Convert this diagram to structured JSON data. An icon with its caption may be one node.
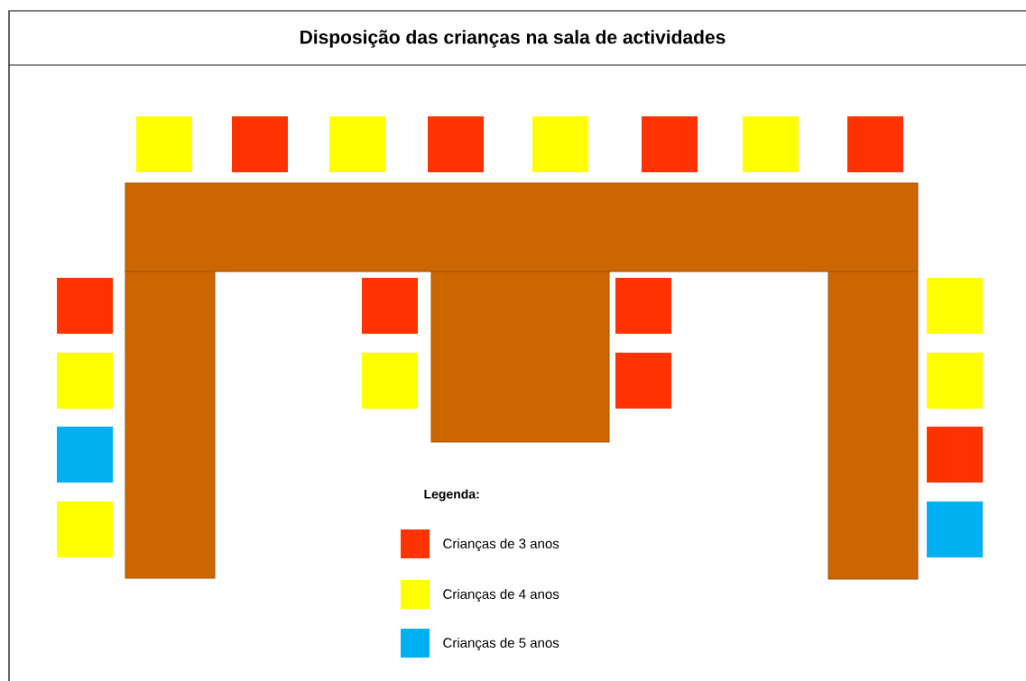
{
  "diagram": {
    "title": "Disposição das crianças na sala de actividades",
    "labels": [
      "Legenda:"
    ],
    "legend": [
      {
        "text": "Crianças de 3 anos",
        "color": "#ff3300"
      },
      {
        "text": "Crianças de 4 anos",
        "color": "#ffff00"
      },
      {
        "text": "Crianças de 5 anos",
        "color": "#00b0f0"
      }
    ]
  }
}
